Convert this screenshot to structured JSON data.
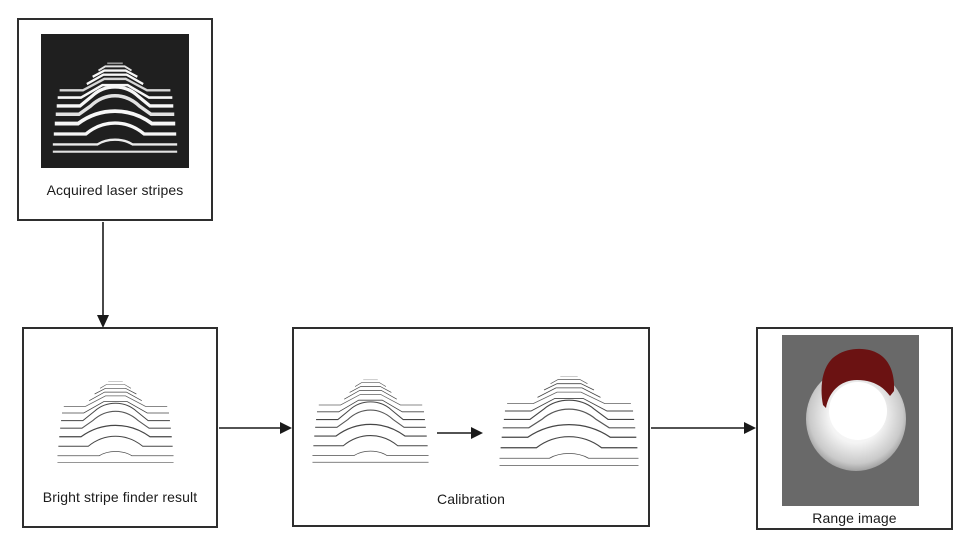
{
  "diagram": {
    "type": "flowchart",
    "nodes": {
      "acquired": {
        "label": "Acquired laser stripes",
        "content": "black image with white laser stripes over pyramid and dome"
      },
      "bright": {
        "label": "Bright stripe finder result",
        "content": "thin line drawing of extracted stripes"
      },
      "calibration": {
        "label": "Calibration",
        "content": "two stripe line drawings with an arrow between (before and after calibration)"
      },
      "range": {
        "label": "Range image",
        "content": "gray render of shaded ellipsoid with dark red cap and white highlight"
      }
    },
    "edges": [
      {
        "from": "acquired",
        "to": "bright",
        "direction": "down"
      },
      {
        "from": "bright",
        "to": "calibration",
        "direction": "right"
      },
      {
        "from": "calibration-input",
        "to": "calibration-output",
        "direction": "right"
      },
      {
        "from": "calibration",
        "to": "range",
        "direction": "right"
      }
    ]
  },
  "colors": {
    "box_border": "#2e2e2e",
    "arrow": "#1a1a1a",
    "stripe_image_bg": "#1f1f1f",
    "stripe_bright": "#f7f7f7",
    "stripe_line": "#3c3c3c",
    "range_bg": "#696969",
    "range_red": "#6b1212",
    "range_highlight": "#ffffff"
  }
}
